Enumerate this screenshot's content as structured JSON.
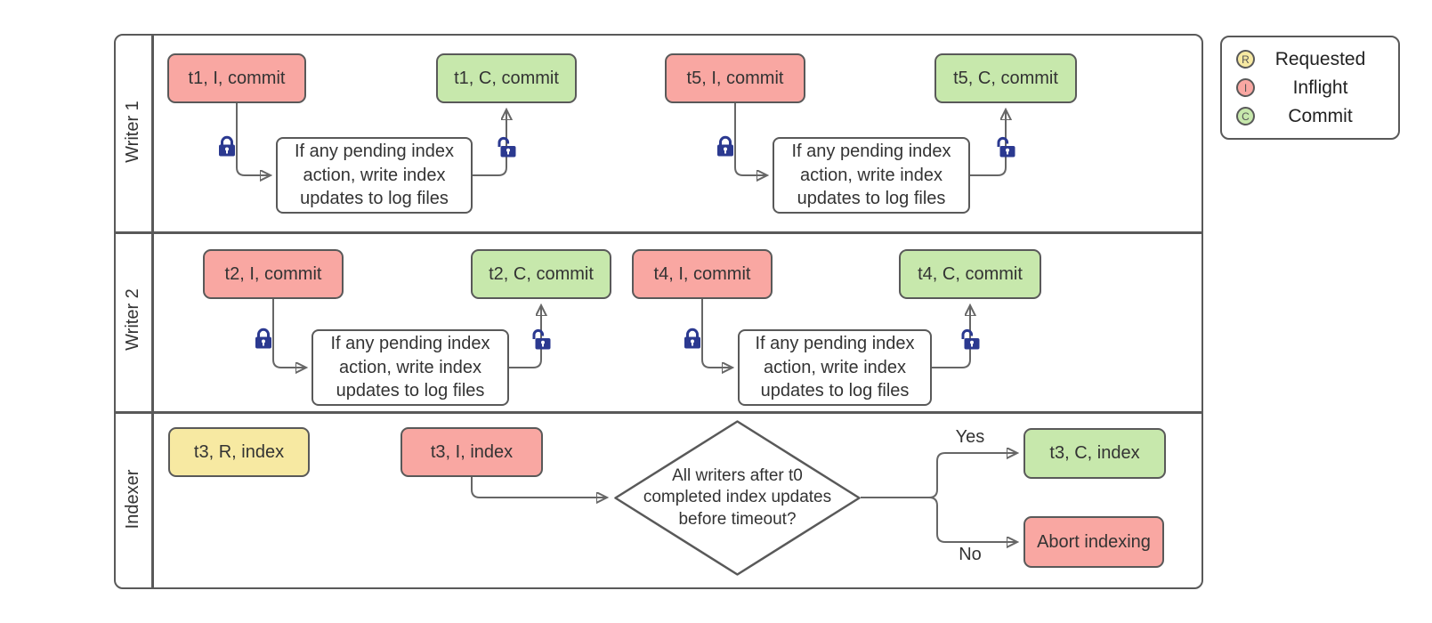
{
  "lanes": [
    {
      "label": "Writer 1"
    },
    {
      "label": "Writer 2"
    },
    {
      "label": "Indexer"
    }
  ],
  "action_text": "If any pending index action, write index updates to log files",
  "writer1": {
    "inflight1": "t1, I, commit",
    "commit1": "t1, C, commit",
    "inflight2": "t5, I, commit",
    "commit2": "t5, C, commit"
  },
  "writer2": {
    "inflight1": "t2, I, commit",
    "commit1": "t2, C, commit",
    "inflight2": "t4, I, commit",
    "commit2": "t4, C, commit"
  },
  "indexer": {
    "requested": "t3, R, index",
    "inflight": "t3, I, index",
    "decision": "All writers after t0 completed index updates before timeout?",
    "yes_label": "Yes",
    "no_label": "No",
    "commit": "t3, C, index",
    "abort": "Abort indexing"
  },
  "legend": {
    "items": [
      {
        "letter": "R",
        "label": "Requested",
        "color": "#f7e9a2"
      },
      {
        "letter": "I",
        "label": "Inflight",
        "color": "#f9a7a2"
      },
      {
        "letter": "C",
        "label": "Commit",
        "color": "#c7e8ac"
      }
    ]
  },
  "colors": {
    "requested_fill": "#f7e9a2",
    "inflight_fill": "#f9a7a2",
    "commit_fill": "#c7e8ac",
    "box_border": "#595959",
    "connector": "#666666",
    "lock": "#2b3990",
    "text": "#333333"
  }
}
